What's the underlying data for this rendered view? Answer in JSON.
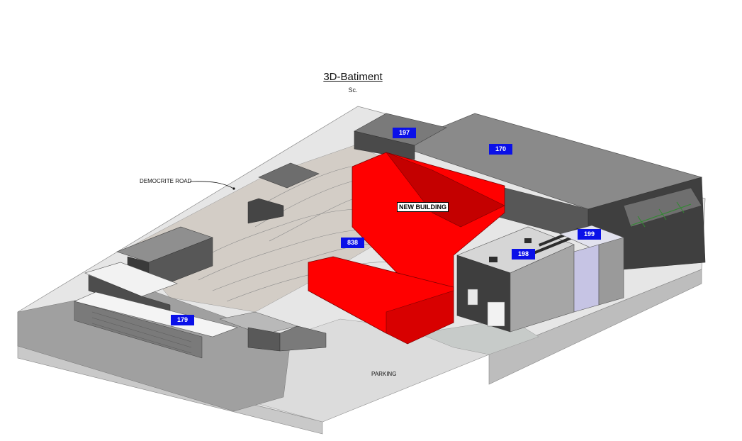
{
  "header": {
    "title": "3D-Batiment",
    "scale": "Sc."
  },
  "labels": {
    "road": "DEMOCRITE ROAD",
    "parking": "PARKING",
    "new_building": "NEW BUILDING"
  },
  "buildings": [
    {
      "id": "197",
      "label": "197"
    },
    {
      "id": "170",
      "label": "170"
    },
    {
      "id": "838",
      "label": "838"
    },
    {
      "id": "199",
      "label": "199"
    },
    {
      "id": "198",
      "label": "198"
    },
    {
      "id": "179",
      "label": "179"
    }
  ],
  "colors": {
    "highlight": "#ff0000",
    "tag": "#0a10e8"
  }
}
